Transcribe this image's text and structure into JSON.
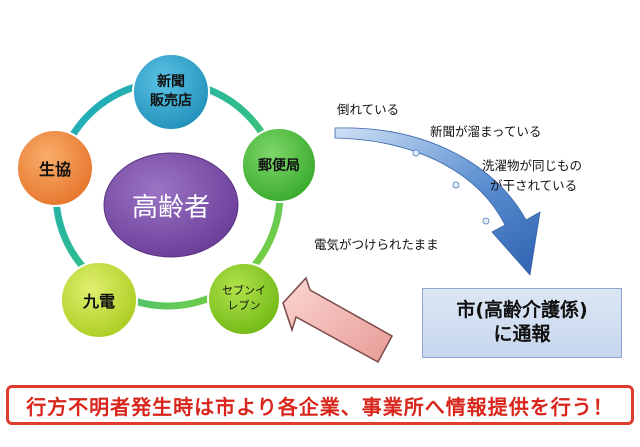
{
  "center_label": "高齢者",
  "nodes": {
    "newspaper": [
      "新聞",
      "販売店"
    ],
    "post_office": "郵便局",
    "seven_eleven": [
      "セブンイ",
      "レブン"
    ],
    "kyuden": "九電",
    "coop": "生協"
  },
  "signs": [
    "倒れている",
    "新聞が溜まっている",
    "洗濯物が同じもの",
    "が干されている",
    "電気がつけられたまま"
  ],
  "report": [
    "市(高齢介護係)",
    "に通報"
  ],
  "banner": "行方不明者発生時は市より各企業、事業所へ情報提供を行う！",
  "colors": {
    "ring": "#2db8a0",
    "center": "#7b4fa8",
    "newspaper": "#2ea3c9",
    "post_office": "#4cbf3c",
    "seven_eleven": "#8cd020",
    "kyuden": "#c4e12e",
    "coop": "#f08a3c",
    "arrow_blue": "#3b73c2",
    "arrow_pink": "#f4b6b3",
    "banner_red": "#d8261c"
  }
}
